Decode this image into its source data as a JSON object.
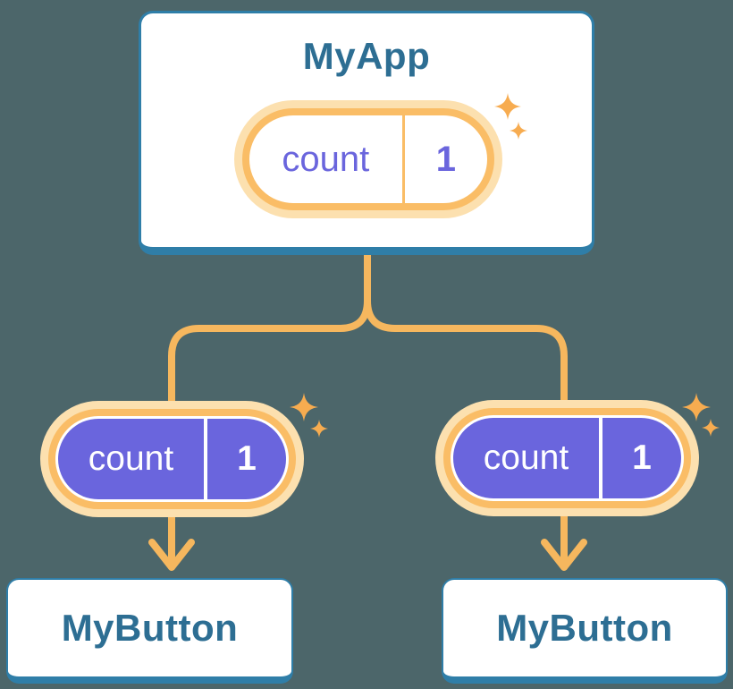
{
  "root_card": {
    "label": "MyApp",
    "state_pill": {
      "name": "count",
      "value": "1"
    }
  },
  "children": [
    {
      "label": "MyButton",
      "props_pill": {
        "name": "count",
        "value": "1"
      }
    },
    {
      "label": "MyButton",
      "props_pill": {
        "name": "count",
        "value": "1"
      }
    }
  ],
  "colors": {
    "background": "#4C666A",
    "card_fill": "#FFFFFF",
    "card_border": "#2F7EA8",
    "label_text": "#2D6E93",
    "pill_halo": "#FCE0AF",
    "pill_ring": "#FABD66",
    "state_text": "#6A65DD",
    "props_fill": "#6A65DD",
    "props_text": "#FFFFFF",
    "connector": "#F6B75E",
    "sparkle": "#F7AC50"
  },
  "icons": {
    "arrow_down": "orange chevron arrow",
    "sparkle": "four-point star pair"
  }
}
